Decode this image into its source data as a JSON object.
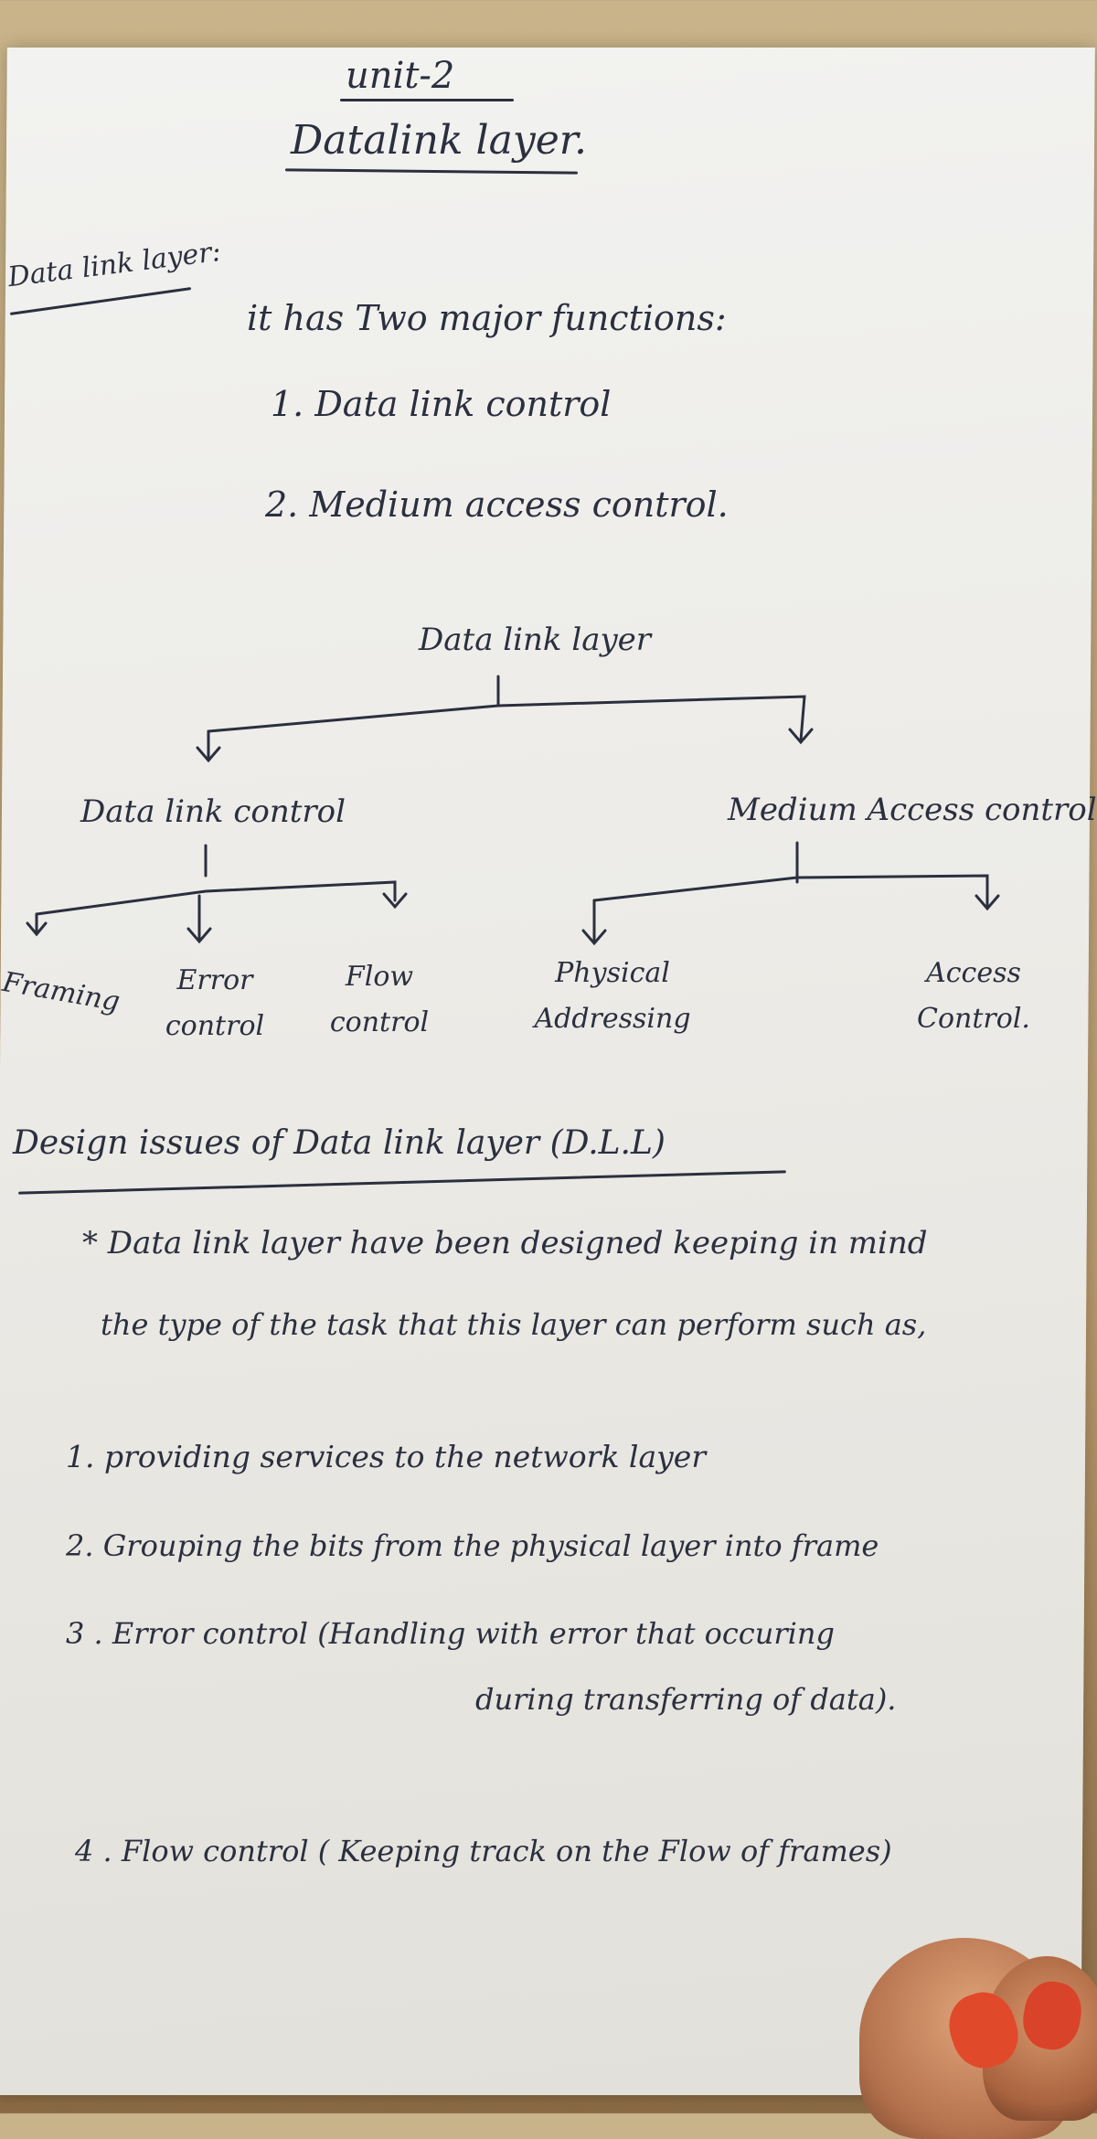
{
  "header": {
    "unit": "unit-2",
    "title": "Datalink layer."
  },
  "intro": {
    "side_label": "Data link layer:",
    "line1": "it has Two major functions:",
    "items": [
      "1. Data link control",
      "2. Medium access control."
    ]
  },
  "tree": {
    "root": "Data link layer",
    "left": {
      "label": "Data link control",
      "children": [
        "Framing",
        "Error control",
        "Flow control"
      ]
    },
    "right": {
      "label": "Medium Access control",
      "children": [
        "Physical Addressing",
        "Access Control."
      ]
    }
  },
  "design": {
    "heading": "Design issues of Data link layer (D.L.L)",
    "para_line1": "* Data link layer have been designed keeping in mind",
    "para_line2": "the type of the task that this layer can perform such as,",
    "items": [
      "1.  providing services to the network layer",
      "2.  Grouping the bits from the physical layer into frame",
      "3  .  Error control (Handling with error that occuring",
      "during transferring of data).",
      "4 .  Flow control ( Keeping track on the Flow of frames)"
    ]
  },
  "colors": {
    "ink": "#2b2f3e",
    "paper": "#ecebe7",
    "background": "#b89a6c"
  }
}
